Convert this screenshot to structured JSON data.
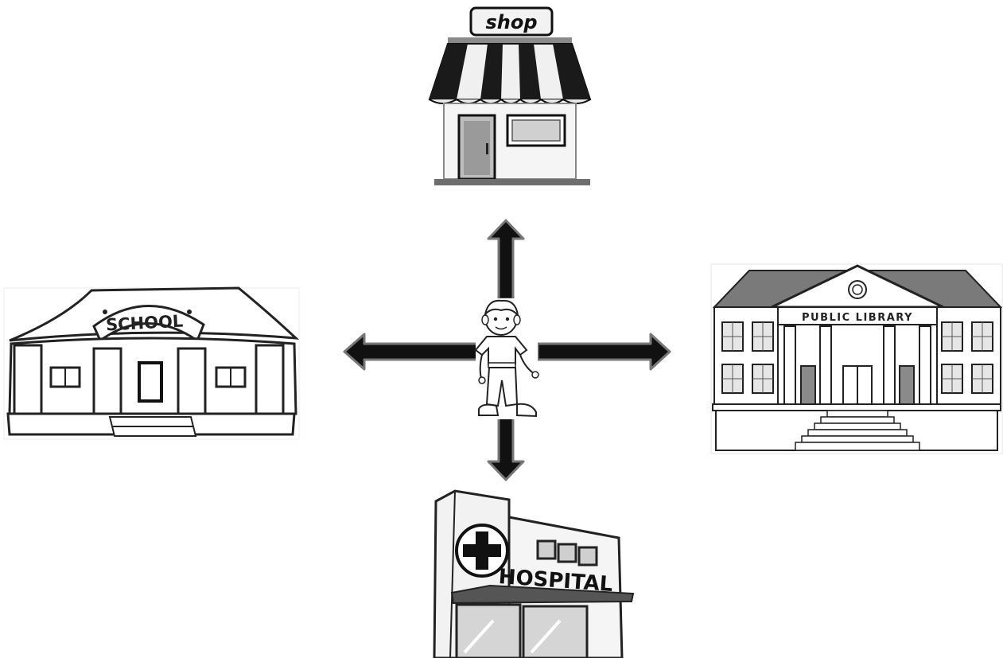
{
  "places": {
    "north": {
      "label": "shop"
    },
    "west": {
      "label": "SCHOOL"
    },
    "east": {
      "label": "PUBLIC LIBRARY"
    },
    "south": {
      "label": "HOSPITAL"
    }
  },
  "colors": {
    "arrow_fill": "#111111",
    "arrow_outline": "#777777",
    "awning_dark": "#1a1a1a",
    "line": "#222222",
    "library_roof": "#7a7a7a"
  }
}
